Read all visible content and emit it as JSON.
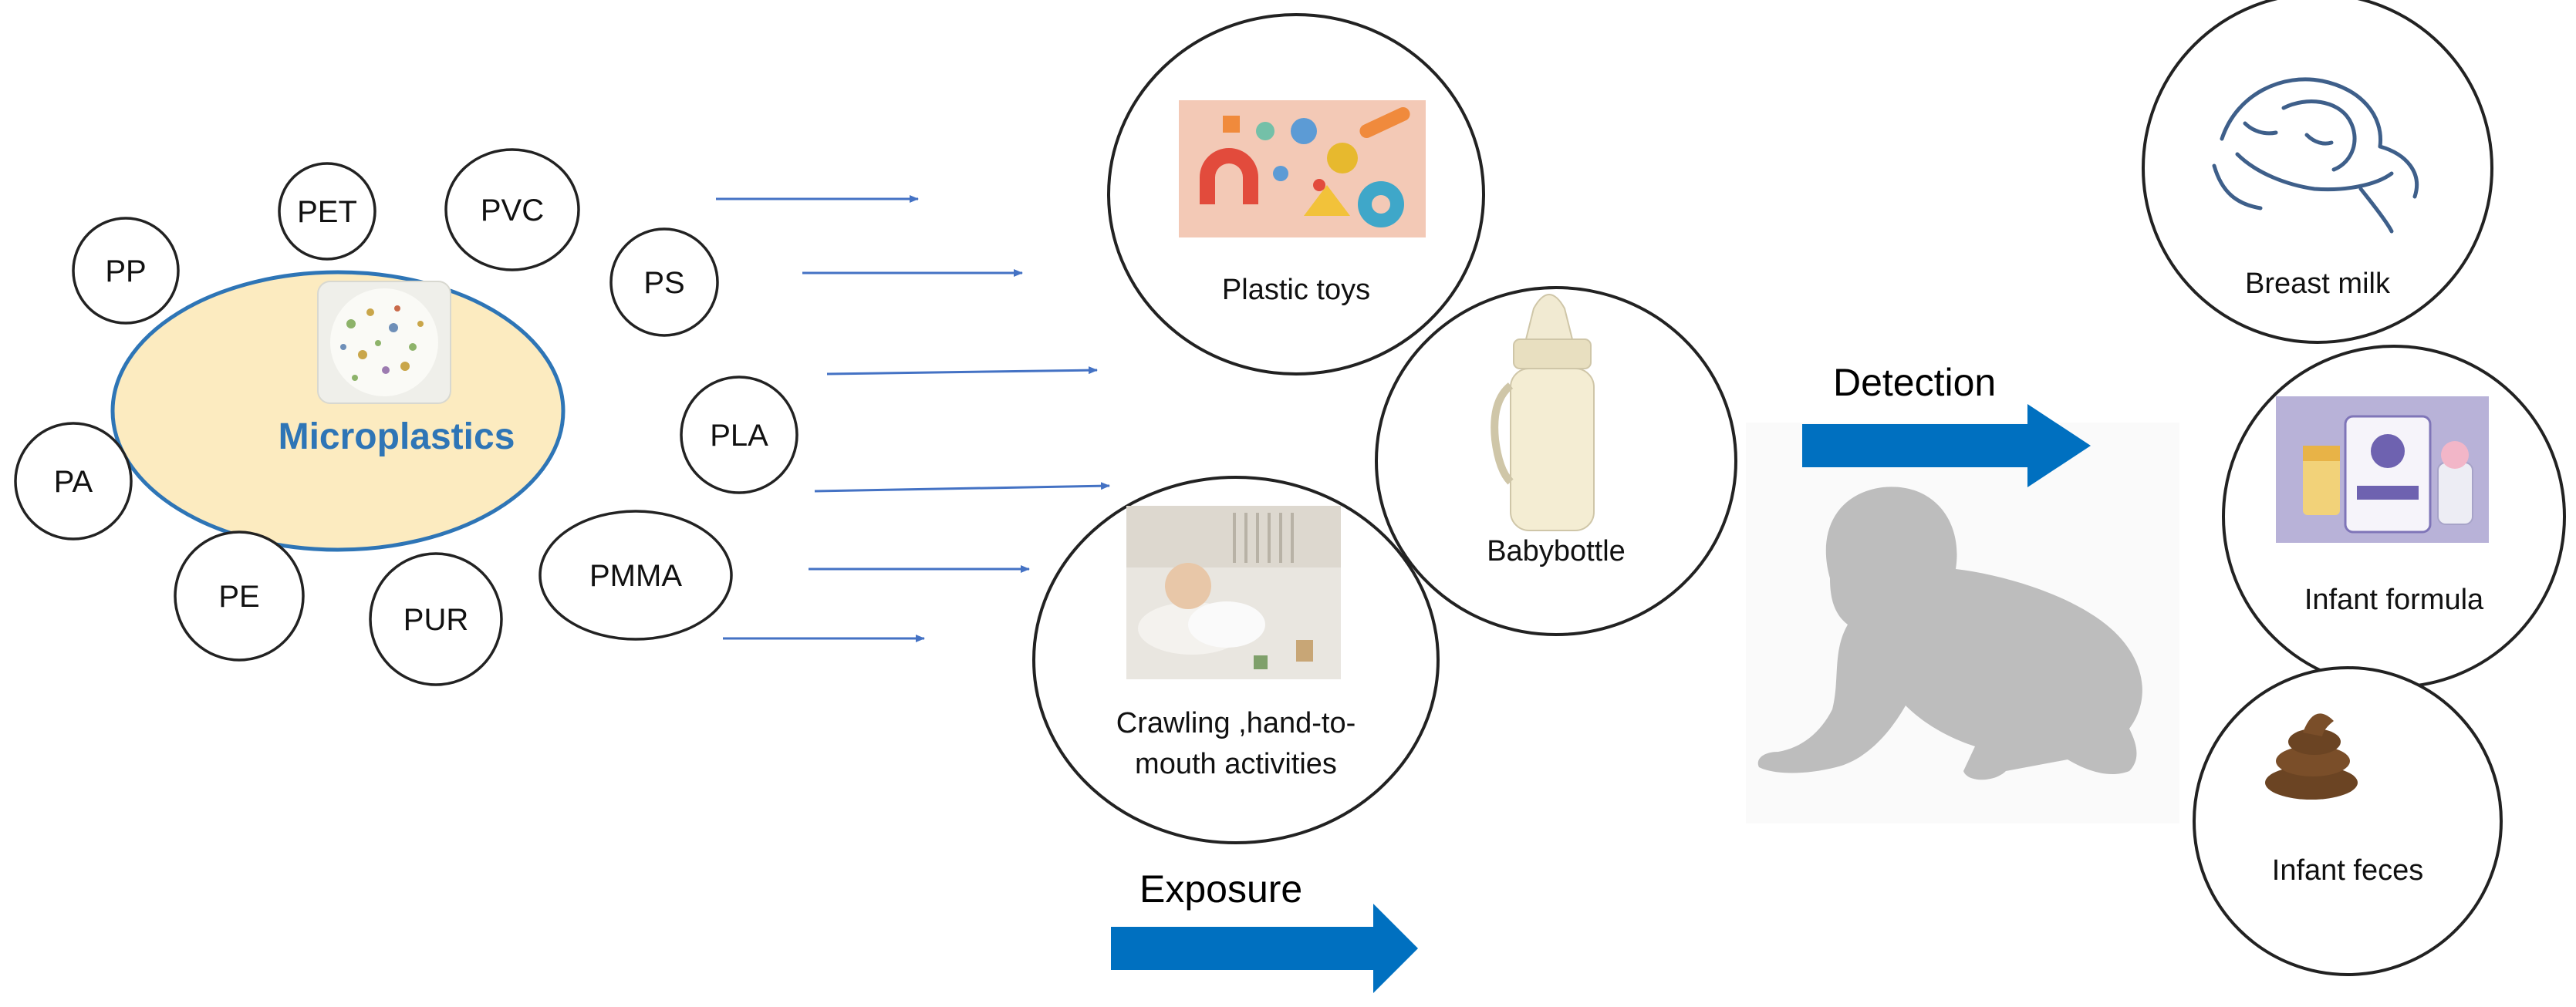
{
  "center": {
    "label": "Microplastics"
  },
  "polymers": [
    "PET",
    "PVC",
    "PP",
    "PS",
    "PLA",
    "PA",
    "PE",
    "PUR",
    "PMMA"
  ],
  "sources": {
    "toys": "Plastic toys",
    "bottle": "Babybottle",
    "crawl_line1": "Crawling ,hand-to-",
    "crawl_line2": "mouth activities"
  },
  "exposure_label": "Exposure",
  "detection_label": "Detection",
  "samples": {
    "breast_milk": "Breast milk",
    "formula": "Infant formula",
    "feces": "Infant feces"
  },
  "colors": {
    "ellipse_fill": "#FCEBC0",
    "ellipse_stroke": "#2E75B6",
    "arrow_thin": "#4472C4",
    "arrow_block": "#0070C0",
    "baby_silhouette": "#BDBDBD",
    "text_accent": "#2E75B6"
  }
}
